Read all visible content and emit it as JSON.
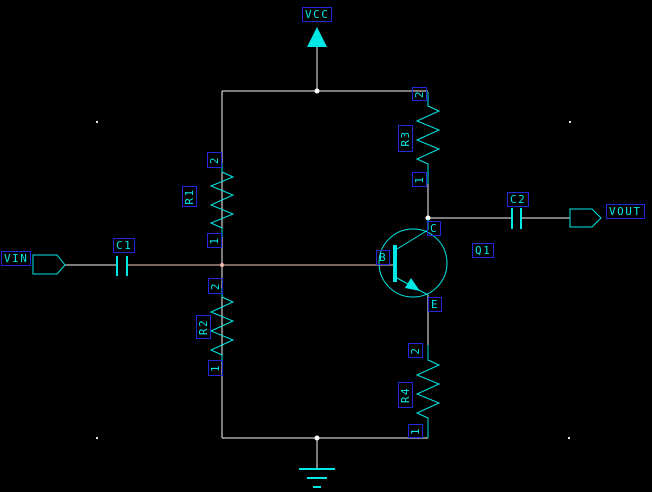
{
  "ports": {
    "vin": "VIN",
    "vout": "VOUT"
  },
  "power": {
    "vcc": "VCC"
  },
  "components": {
    "r1": {
      "ref": "R1",
      "pin2": "2",
      "pin1": "1"
    },
    "r2": {
      "ref": "R2",
      "pin2": "2",
      "pin1": "1"
    },
    "r3": {
      "ref": "R3",
      "pin2": "2",
      "pin1": "1"
    },
    "r4": {
      "ref": "R4",
      "pin2": "2",
      "pin1": "1"
    },
    "c1": {
      "ref": "C1"
    },
    "c2": {
      "ref": "C2"
    },
    "q1": {
      "ref": "Q1",
      "pin_b": "B",
      "pin_c": "C",
      "pin_e": "E"
    }
  },
  "colors": {
    "background": "#000000",
    "part": "#00e8e6",
    "text": "#00e8e6",
    "selection_box": "#2328d8",
    "wire": "#f8f8f8",
    "highlighted_net": "#f7cfc5"
  }
}
